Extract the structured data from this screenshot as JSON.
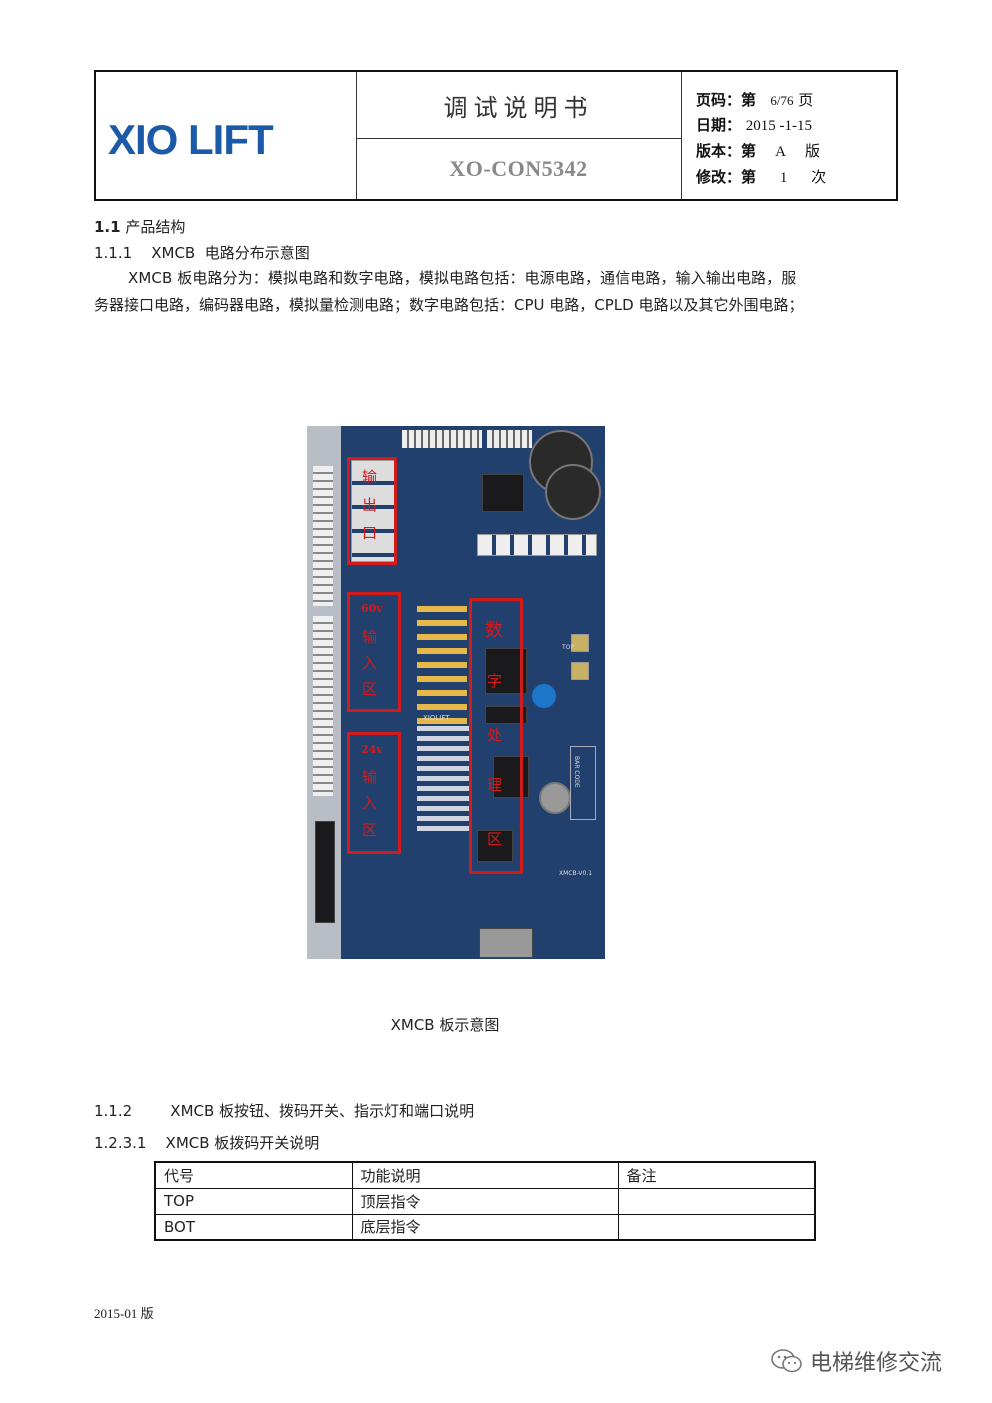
{
  "header": {
    "logo_text": "XIO LIFT",
    "doc_title": "调试说明书",
    "doc_code": "XO-CON5342",
    "page_label": "页码：第",
    "page_value": "6/76",
    "page_suffix": "页",
    "date_label": "日期：",
    "date_value": "2015 -1-15",
    "version_label": "版本：第",
    "version_value": "A",
    "version_suffix": "版",
    "revision_label": "修改：第",
    "revision_value": "1",
    "revision_suffix": "次"
  },
  "body": {
    "sec_1_1_num": "1.1",
    "sec_1_1_title": "产品结构",
    "sec_1_1_1": "1.1.1    XMCB  电路分布示意图",
    "para_line1": "XMCB 板电路分为：模拟电路和数字电路，模拟电路包括：电源电路，通信电路，输入输出电路，服",
    "para_line2": "务器接口电路，编码器电路，模拟量检测电路；数字电路包括：CPU 电路，CPLD 电路以及其它外围电路；"
  },
  "figure": {
    "box1_label": [
      "输",
      "出",
      "口"
    ],
    "box2_top": "60v",
    "box2_label": [
      "输",
      "入",
      "区"
    ],
    "box3_top": "24v",
    "box3_label": [
      "输",
      "入",
      "区"
    ],
    "box4_label": [
      "数",
      "字",
      "处",
      "理",
      "区"
    ],
    "silk_brand": "XIOLIFT",
    "silk_model": "XMCB-V0.1",
    "silk_top": "TOP",
    "silk_barcode": "BAR CODE",
    "caption": "XMCB 板示意图"
  },
  "section2": {
    "sec_1_1_2": "1.1.2        XMCB 板按钮、拨码开关、指示灯和端口说明",
    "sec_1_2_3_1": "1.2.3.1    XMCB 板拨码开关说明"
  },
  "table": {
    "headers": [
      "代号",
      "功能说明",
      "备注"
    ],
    "rows": [
      [
        "TOP",
        "顶层指令",
        ""
      ],
      [
        "BOT",
        "底层指令",
        ""
      ]
    ]
  },
  "footer": {
    "edition": "2015-01 版",
    "watermark": "电梯维修交流"
  }
}
